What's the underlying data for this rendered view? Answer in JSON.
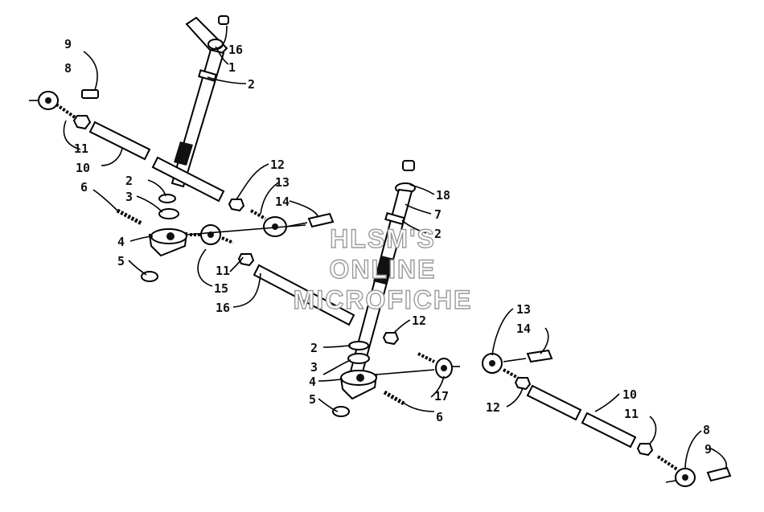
{
  "watermark": {
    "line1": "HLSM'S",
    "line2": "ONLINE",
    "line3": "MICROFICHE"
  },
  "labels": {
    "l16": "16",
    "l1": "1",
    "l2a": "2",
    "l9a": "9",
    "l8a": "8",
    "l11a": "11",
    "l10a": "10",
    "l2b": "2",
    "l3a": "3",
    "l6a": "6",
    "l4a": "4",
    "l5a": "5",
    "l12a": "12",
    "l13a": "13",
    "l14a": "14",
    "l11b": "11",
    "l15": "15",
    "l16b": "16",
    "l18": "18",
    "l7": "7",
    "l2c": "2",
    "l12b": "12",
    "l2d": "2",
    "l3b": "3",
    "l4b": "4",
    "l5b": "5",
    "l17": "17",
    "l6b": "6",
    "l13b": "13",
    "l14b": "14",
    "l12c": "12",
    "l10b": "10",
    "l11c": "11",
    "l8b": "8",
    "l9b": "9"
  }
}
